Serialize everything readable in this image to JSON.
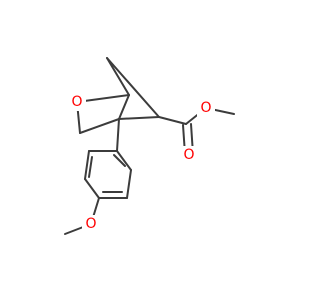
{
  "molecule": {
    "atoms": {
      "ring_oxygen": "O",
      "ester_ether_oxygen": "O",
      "ester_carbonyl_oxygen": "O",
      "methoxy_oxygen": "O"
    }
  },
  "colors": {
    "bond": "#3c3c3c",
    "oxygen": "#ff0000",
    "background": "#ffffff"
  }
}
